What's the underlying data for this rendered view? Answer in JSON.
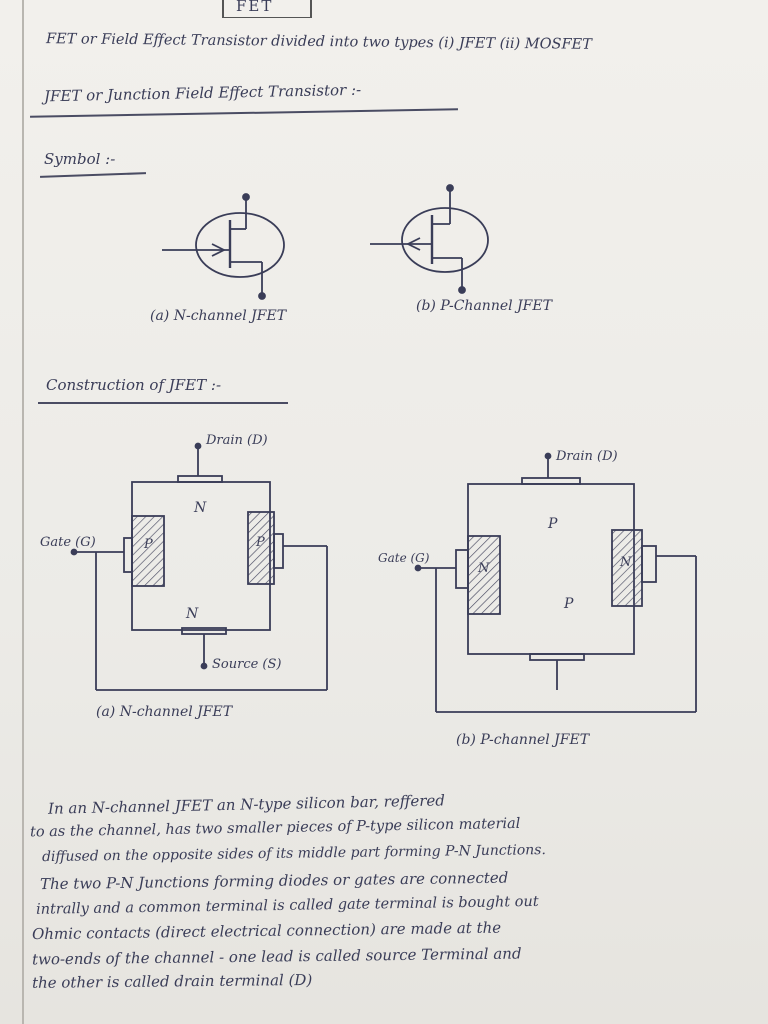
{
  "header_tab": "FET",
  "intro_line": "FET or Field Effect Transistor divided into two types (i) JFET (ii) MOSFET",
  "jfet_heading": "JFET or Junction Field Effect Transistor :-",
  "symbol_heading": "Symbol :-",
  "symbol_caption_a": "(a) N-channel JFET",
  "symbol_caption_b": "(b) P-Channel JFET",
  "construction_heading": "Construction of JFET :-",
  "n_channel": {
    "drain_label": "Drain (D)",
    "source_label": "Source (S)",
    "gate_label": "Gate (G)",
    "body_top": "N",
    "body_bottom": "N",
    "gate_left": "P",
    "gate_right": "P",
    "caption": "(a) N-channel JFET"
  },
  "p_channel": {
    "drain_label": "Drain (D)",
    "gate_label": "Gate (G)",
    "body_top": "P",
    "body_bottom": "P",
    "gate_left": "N",
    "gate_right": "N",
    "caption": "(b) P-channel JFET"
  },
  "paragraph_lines": [
    "In an N-channel JFET an N-type silicon bar, reffered",
    "to as the channel, has two smaller pieces of P-type silicon material",
    "diffused on the opposite sides of its middle part forming P-N Junctions.",
    "The two P-N Junctions forming diodes or gates are connected",
    "intrally and a common terminal is called gate terminal is bought out",
    "Ohmic contacts (direct electrical connection) are made at the",
    "two-ends of the channel - one lead is called source Terminal and",
    "the other is called drain terminal (D)"
  ]
}
